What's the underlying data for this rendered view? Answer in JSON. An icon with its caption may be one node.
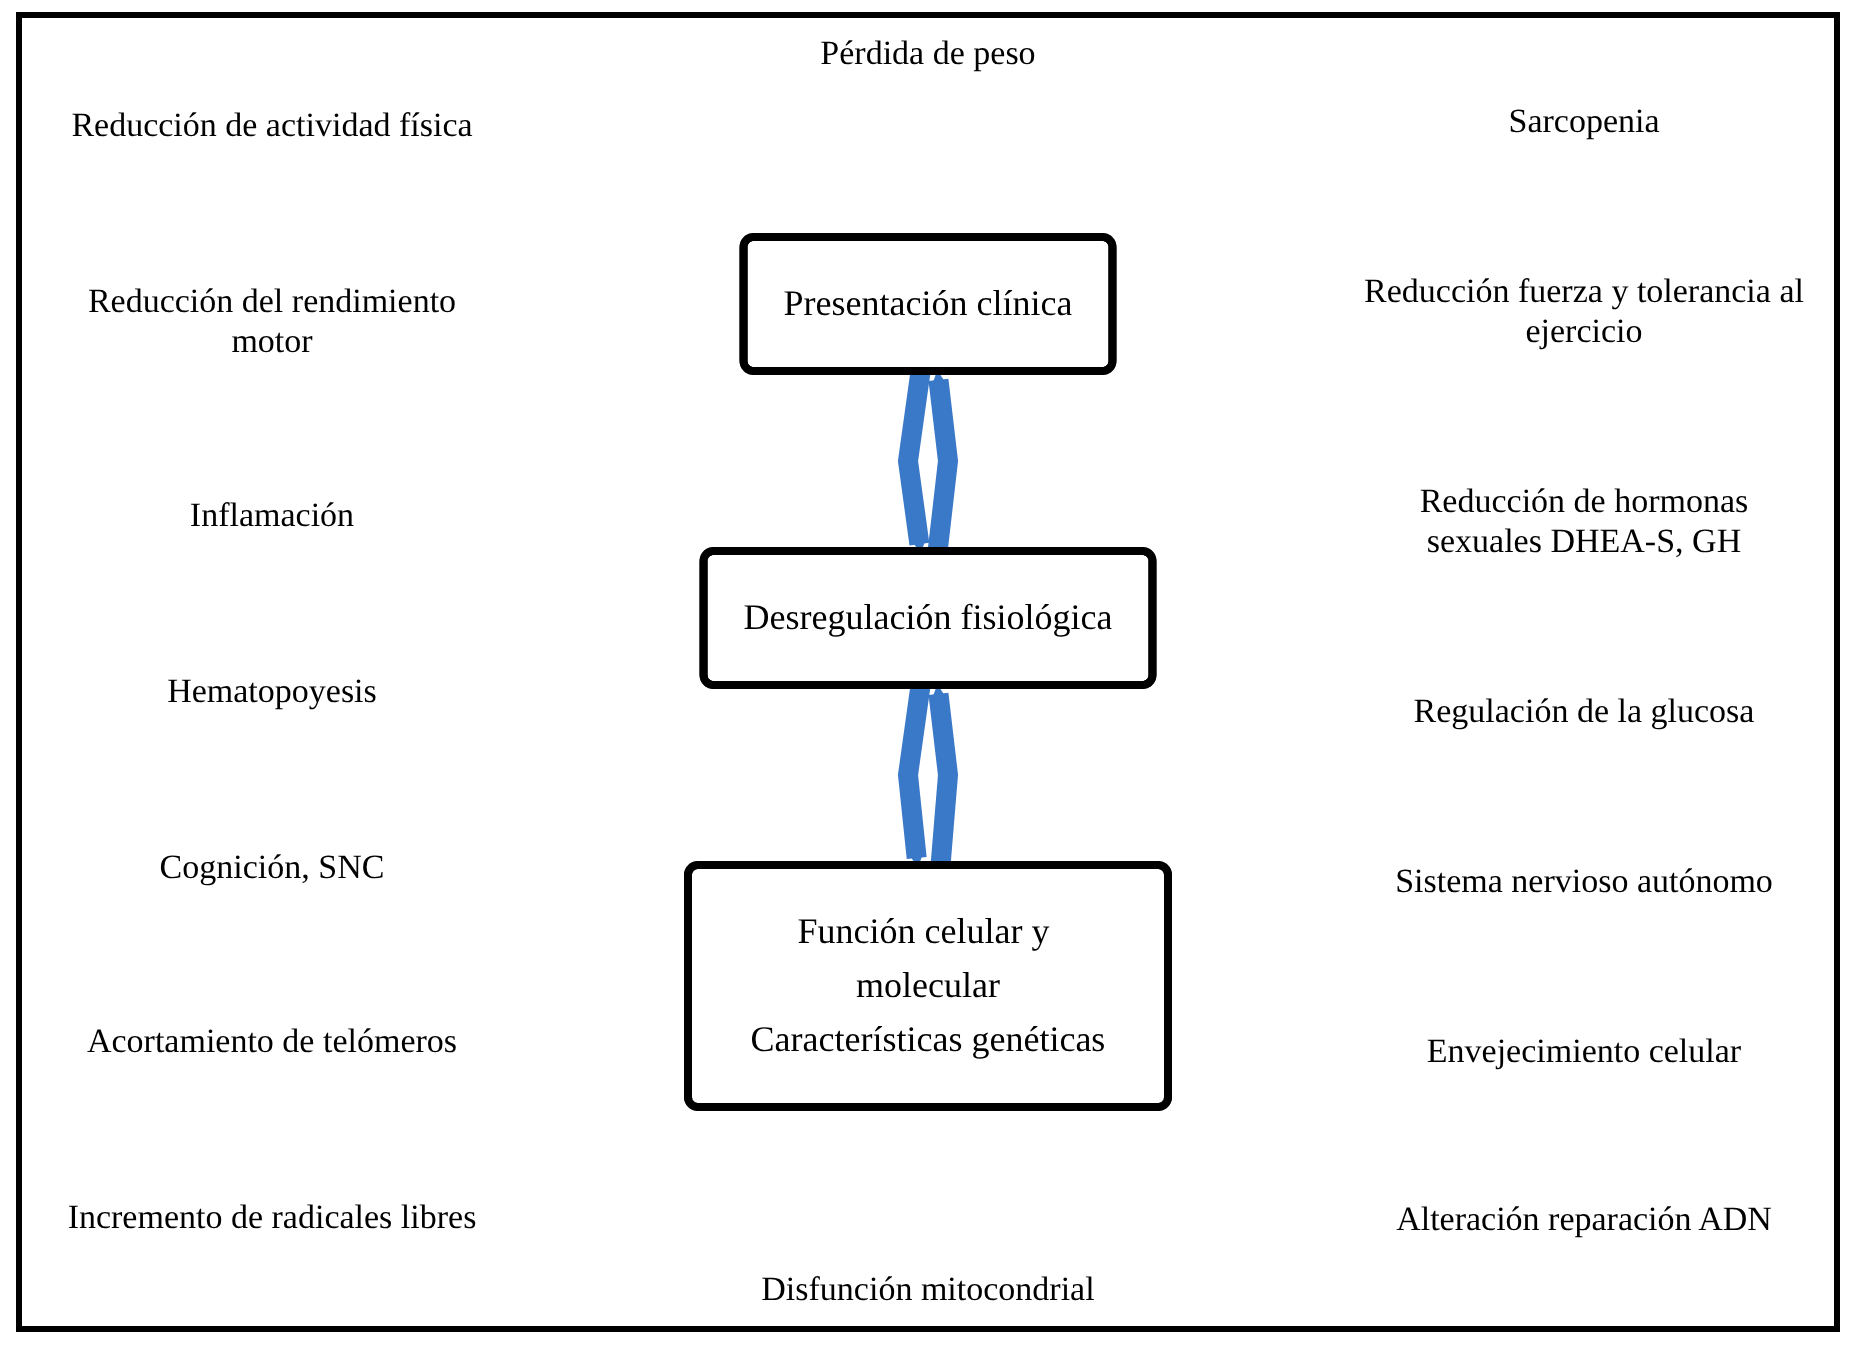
{
  "diagram": {
    "nodes": [
      {
        "text": [
          "Presentación clínica"
        ]
      },
      {
        "text": [
          "Desregulación fisiológica"
        ]
      },
      {
        "text": [
          "Función celular y molecular",
          "Características genéticas"
        ]
      }
    ],
    "edges": [
      {
        "from": 1,
        "to": 0,
        "arrow": "to"
      },
      {
        "from": 0,
        "to": 1,
        "arrow": "to"
      },
      {
        "from": 2,
        "to": 1,
        "arrow": "to"
      },
      {
        "from": 1,
        "to": 2,
        "arrow": "to"
      }
    ],
    "labels": [
      "Pérdida de peso",
      "Reducción de actividad física",
      "Sarcopenia",
      "Reducción del rendimiento motor",
      "Reducción fuerza y tolerancia al ejercicio",
      "Reducción de hormonas sexuales DHEA-S, GH",
      "Inflamación",
      "Hematopoyesis",
      "Regulación de la glucosa",
      "Cognición, SNC",
      "Acortamiento de telómeros",
      "Sistema nervioso autónomo",
      "Incremento de radicales libres",
      "Envejecimiento celular",
      "Disfunción mitocondrial",
      "Alteración reparación ADN"
    ]
  }
}
